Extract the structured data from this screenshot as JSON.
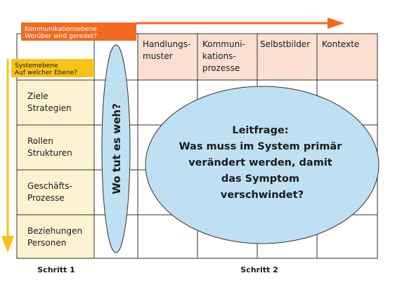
{
  "communication_level": {
    "title": "Kommunikationsebene",
    "subtitle": "Worüber wird geredet?"
  },
  "system_level": {
    "title": "Systemebene",
    "subtitle": "Auf welcher Ebene?"
  },
  "columns": [
    [
      "Handlungs-",
      "muster"
    ],
    [
      "Kommuni-",
      "kations-",
      "prozesse"
    ],
    [
      "Selbstbilder"
    ],
    [
      "Kontexte"
    ]
  ],
  "rows": [
    [
      "Ziele",
      "Strategien"
    ],
    [
      "Rollen",
      "Strukturen"
    ],
    [
      "Geschäfts-",
      "Prozesse"
    ],
    [
      "Beziehungen",
      "Personen"
    ]
  ],
  "vertical_ellipse_text": "Wo tut es weh?",
  "central_question": [
    "Leitfrage:",
    "Was muss im System primär",
    "verändert werden, damit",
    "das Symptom",
    "verschwindet?"
  ],
  "step1": "Schritt 1",
  "step2": "Schritt 2",
  "colors": {
    "orange": "#F06A22",
    "yellow": "#F8C216",
    "column_header_fill": "#FBE0D2",
    "row_header_fill": "#FDF3D0",
    "ellipse_fill": "#BFE0F2",
    "grid_line": "#333333"
  }
}
